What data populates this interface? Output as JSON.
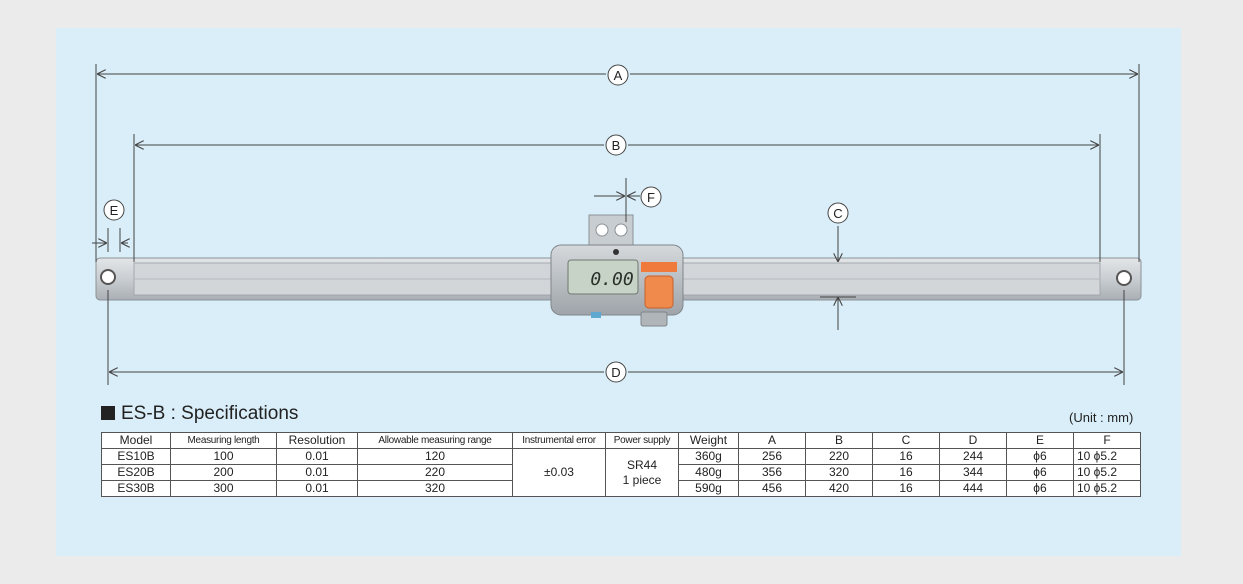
{
  "diagram": {
    "dimension_labels": [
      "A",
      "B",
      "C",
      "D",
      "E",
      "F"
    ],
    "display_reading": "0.00",
    "colors": {
      "panel": "#d9eef8",
      "scale_bar": "#c9ced2",
      "unit_body": "#b8bdc2",
      "lcd": "#c7d3c6",
      "orange_button": "#f07a3c",
      "dimension_line": "#444444"
    }
  },
  "specs": {
    "title": "ES-B : Specifications",
    "unit": "(Unit : mm)",
    "headers": [
      "Model",
      "Measuring length",
      "Resolution",
      "Allowable measuring range",
      "Instrumental error",
      "Power supply",
      "Weight",
      "A",
      "B",
      "C",
      "D",
      "E",
      "F"
    ],
    "shared": {
      "instrumental_error": "±0.03",
      "power_supply_line1": "SR44",
      "power_supply_line2": "1 piece"
    },
    "rows": [
      {
        "model": "ES10B",
        "length": "100",
        "resolution": "0.01",
        "range": "120",
        "weight": "360g",
        "a": "256",
        "b": "220",
        "c": "16",
        "d": "244",
        "e": "ϕ6",
        "f": "10 ϕ5.2"
      },
      {
        "model": "ES20B",
        "length": "200",
        "resolution": "0.01",
        "range": "220",
        "weight": "480g",
        "a": "356",
        "b": "320",
        "c": "16",
        "d": "344",
        "e": "ϕ6",
        "f": "10 ϕ5.2"
      },
      {
        "model": "ES30B",
        "length": "300",
        "resolution": "0.01",
        "range": "320",
        "weight": "590g",
        "a": "456",
        "b": "420",
        "c": "16",
        "d": "444",
        "e": "ϕ6",
        "f": "10 ϕ5.2"
      }
    ]
  }
}
